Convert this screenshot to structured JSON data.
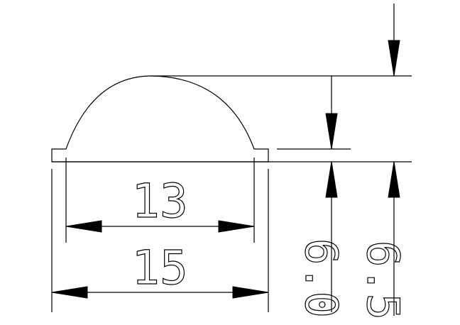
{
  "drawing": {
    "dimensions": {
      "inner_width": "13",
      "outer_width": "15",
      "dome_height": "6.0",
      "total_height": "6.5"
    }
  }
}
